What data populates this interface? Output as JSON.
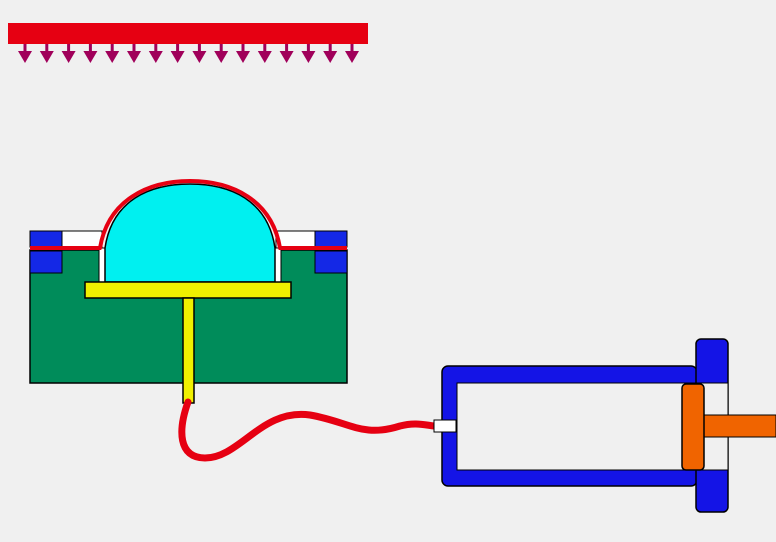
{
  "colors": {
    "background": "#f0f0f0",
    "heater_bar": "#e60012",
    "heat_arrows": "#a0005a",
    "mold_body": "#008c5a",
    "clamp_frame": "#1428e6",
    "dome_fill": "#00f0f0",
    "film": "#e60012",
    "core_plate": "#f0f000",
    "vacuum_hose": "#e60012",
    "cylinder_body": "#1414e6",
    "piston": "#f06400",
    "outline": "#000000",
    "cavity_gap": "#ffffff"
  },
  "diagram": {
    "heater": {
      "name": "radiant-heater",
      "arrow_count": 16
    },
    "mold": {
      "name": "forming-mold"
    },
    "vacuum_line": {
      "name": "vacuum-hose"
    },
    "vacuum_pump": {
      "name": "vacuum-cylinder"
    }
  }
}
